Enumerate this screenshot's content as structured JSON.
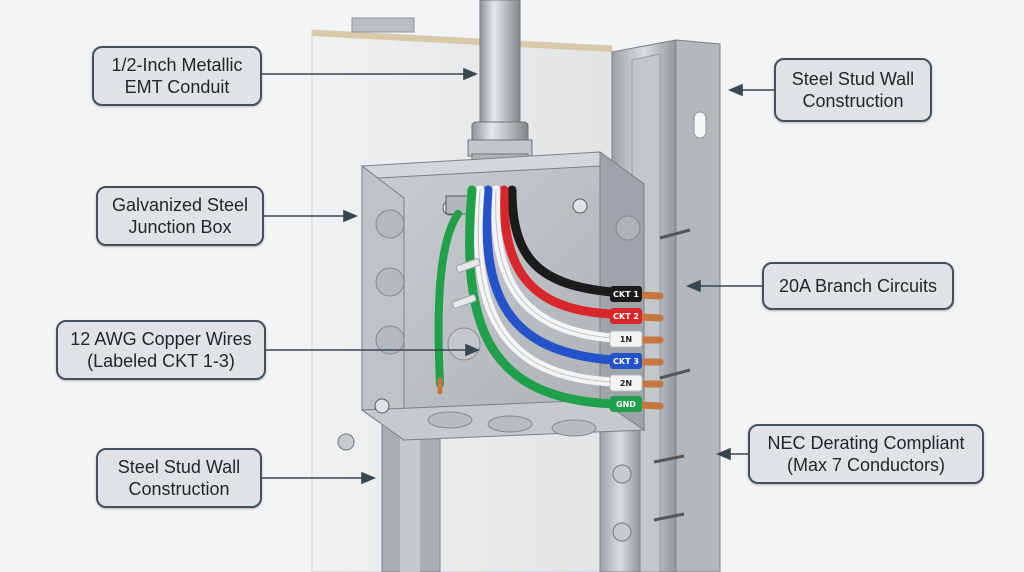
{
  "callouts": {
    "emt_conduit": {
      "line1": "1/2-Inch Metallic",
      "line2": "EMT Conduit"
    },
    "steel_stud_top": {
      "line1": "Steel Stud Wall",
      "line2": "Construction"
    },
    "junction_box": {
      "line1": "Galvanized Steel",
      "line2": "Junction Box"
    },
    "branch_circuits": {
      "line1": "20A Branch Circuits"
    },
    "copper_wires": {
      "line1": "12 AWG Copper Wires",
      "line2": "(Labeled CKT 1-3)"
    },
    "steel_stud_bottom": {
      "line1": "Steel Stud Wall",
      "line2": "Construction"
    },
    "nec_derating": {
      "line1": "NEC Derating Compliant",
      "line2": "(Max 7 Conductors)"
    }
  },
  "wire_tags": [
    "CKT 1",
    "CKT 2",
    "1N",
    "CKT 3",
    "2N",
    "GND"
  ],
  "colors": {
    "callout_fill": "#dfe3e7",
    "callout_border": "#44515d",
    "wire_black": "#1b1b1b",
    "wire_red": "#d7262c",
    "wire_white": "#f4f4f4",
    "wire_blue": "#2453c9",
    "wire_green": "#20a04a",
    "copper": "#c8763f"
  }
}
